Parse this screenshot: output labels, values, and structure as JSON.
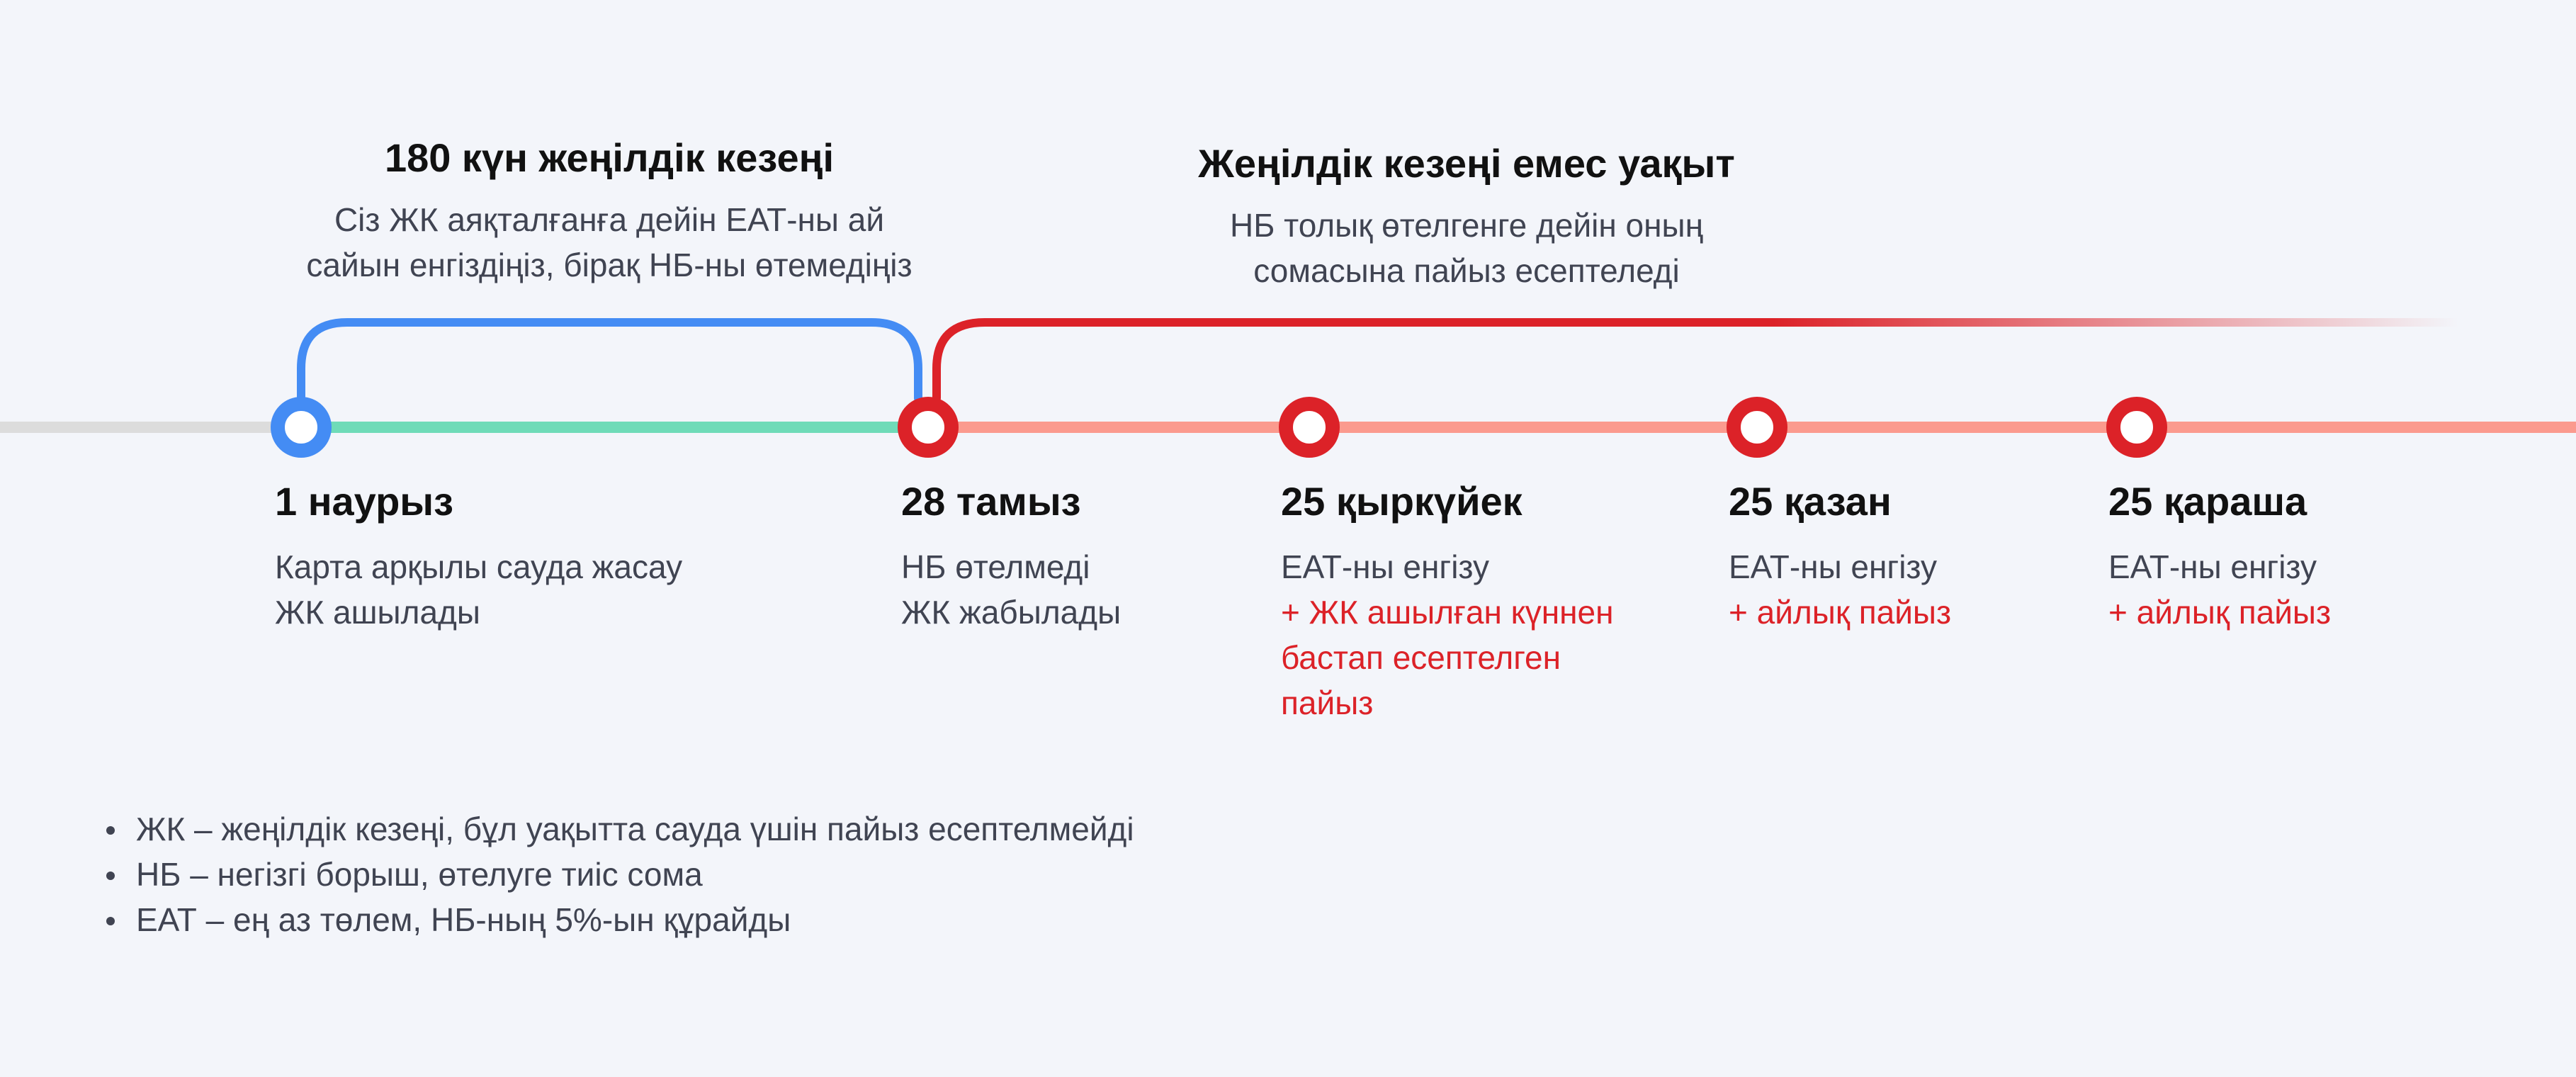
{
  "colors": {
    "background": "#f3f5fa",
    "grace_bracket": "#448cf4",
    "grace_line": "#6fdbb8",
    "overdue_bracket": "#dc2228",
    "overdue_line": "#fb9a8e",
    "past_line": "#dcdcdc",
    "accent_text": "#dc2228",
    "body_text": "#404452"
  },
  "periods": {
    "grace": {
      "title": "180 күн жеңілдік кезеңі",
      "desc_lines": [
        "Сіз ЖК аяқталғанға дейін ЕАТ-ны ай",
        "сайын енгіздіңіз, бірақ НБ-ны өтемедіңіз"
      ]
    },
    "overdue": {
      "title": "Жеңілдік кезеңі емес уақыт",
      "desc_lines": [
        "НБ толық өтелгенге дейін оның",
        "сомасына пайыз есептеледі"
      ]
    }
  },
  "events": [
    {
      "date": "1 наурыз",
      "lines": [
        "Карта арқылы сауда жасау",
        "ЖК ашылады"
      ],
      "accent_lines": [],
      "marker": "start-circle-icon"
    },
    {
      "date": "28 тамыз",
      "lines": [
        "НБ өтелмеді",
        "ЖК жабылады"
      ],
      "accent_lines": [],
      "marker": "overdue-circle-icon"
    },
    {
      "date": "25 қыркүйек",
      "lines": [
        "ЕАТ-ны енгізу"
      ],
      "accent_lines": [
        "+ ЖК ашылған күннен",
        "бастап есептелген",
        "пайыз"
      ],
      "marker": "overdue-circle-icon"
    },
    {
      "date": "25 қазан",
      "lines": [
        "ЕАТ-ны енгізу"
      ],
      "accent_lines": [
        "+ айлық пайыз"
      ],
      "marker": "overdue-circle-icon"
    },
    {
      "date": "25 қараша",
      "lines": [
        "ЕАТ-ны енгізу"
      ],
      "accent_lines": [
        "+ айлық пайыз"
      ],
      "marker": "overdue-circle-icon"
    }
  ],
  "legend": [
    "ЖК – жеңілдік кезеңі, бұл уақытта сауда үшін пайыз есептелмейді",
    "НБ – негізгі борыш, өтелуге тиіс сома",
    "ЕАТ – ең аз төлем, НБ-ның 5%-ын құрайды"
  ]
}
